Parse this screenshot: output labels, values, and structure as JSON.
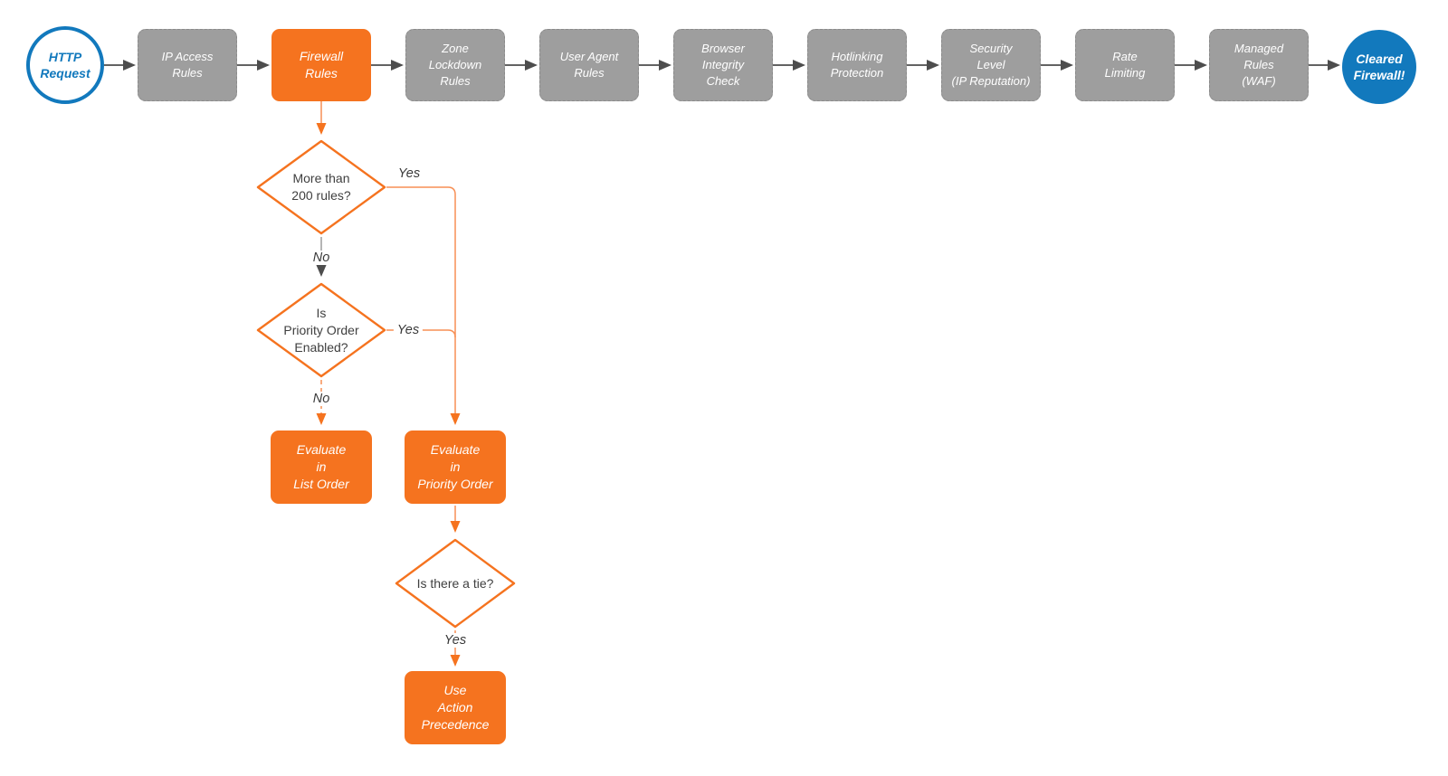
{
  "palette": {
    "accent_orange": "#F5731F",
    "orange_line": "#F78F55",
    "brand_blue": "#1279BD",
    "node_gray": "#9E9E9E",
    "arrow_gray": "#4D4D4D",
    "text_dark": "#3F3F3F"
  },
  "nodes": {
    "start": "HTTP\nRequest",
    "pipeline": [
      "IP Access\nRules",
      "Firewall\nRules",
      "Zone\nLockdown\nRules",
      "User Agent\nRules",
      "Browser\nIntegrity\nCheck",
      "Hotlinking\nProtection",
      "Security\nLevel\n(IP Reputation)",
      "Rate\nLimiting",
      "Managed\nRules\n(WAF)"
    ],
    "end": "Cleared\nFirewall!",
    "decision1": "More than\n200 rules?",
    "decision2": "Is\nPriority Order\nEnabled?",
    "decision3": "Is there a tie?",
    "evaluate_list": "Evaluate\nin\nList Order",
    "evaluate_priority": "Evaluate\nin\nPriority Order",
    "use_action": "Use\nAction\nPrecedence"
  },
  "edge_labels": {
    "d1_yes": "Yes",
    "d1_no": "No",
    "d2_yes": "Yes",
    "d2_no": "No",
    "d3_yes": "Yes"
  }
}
